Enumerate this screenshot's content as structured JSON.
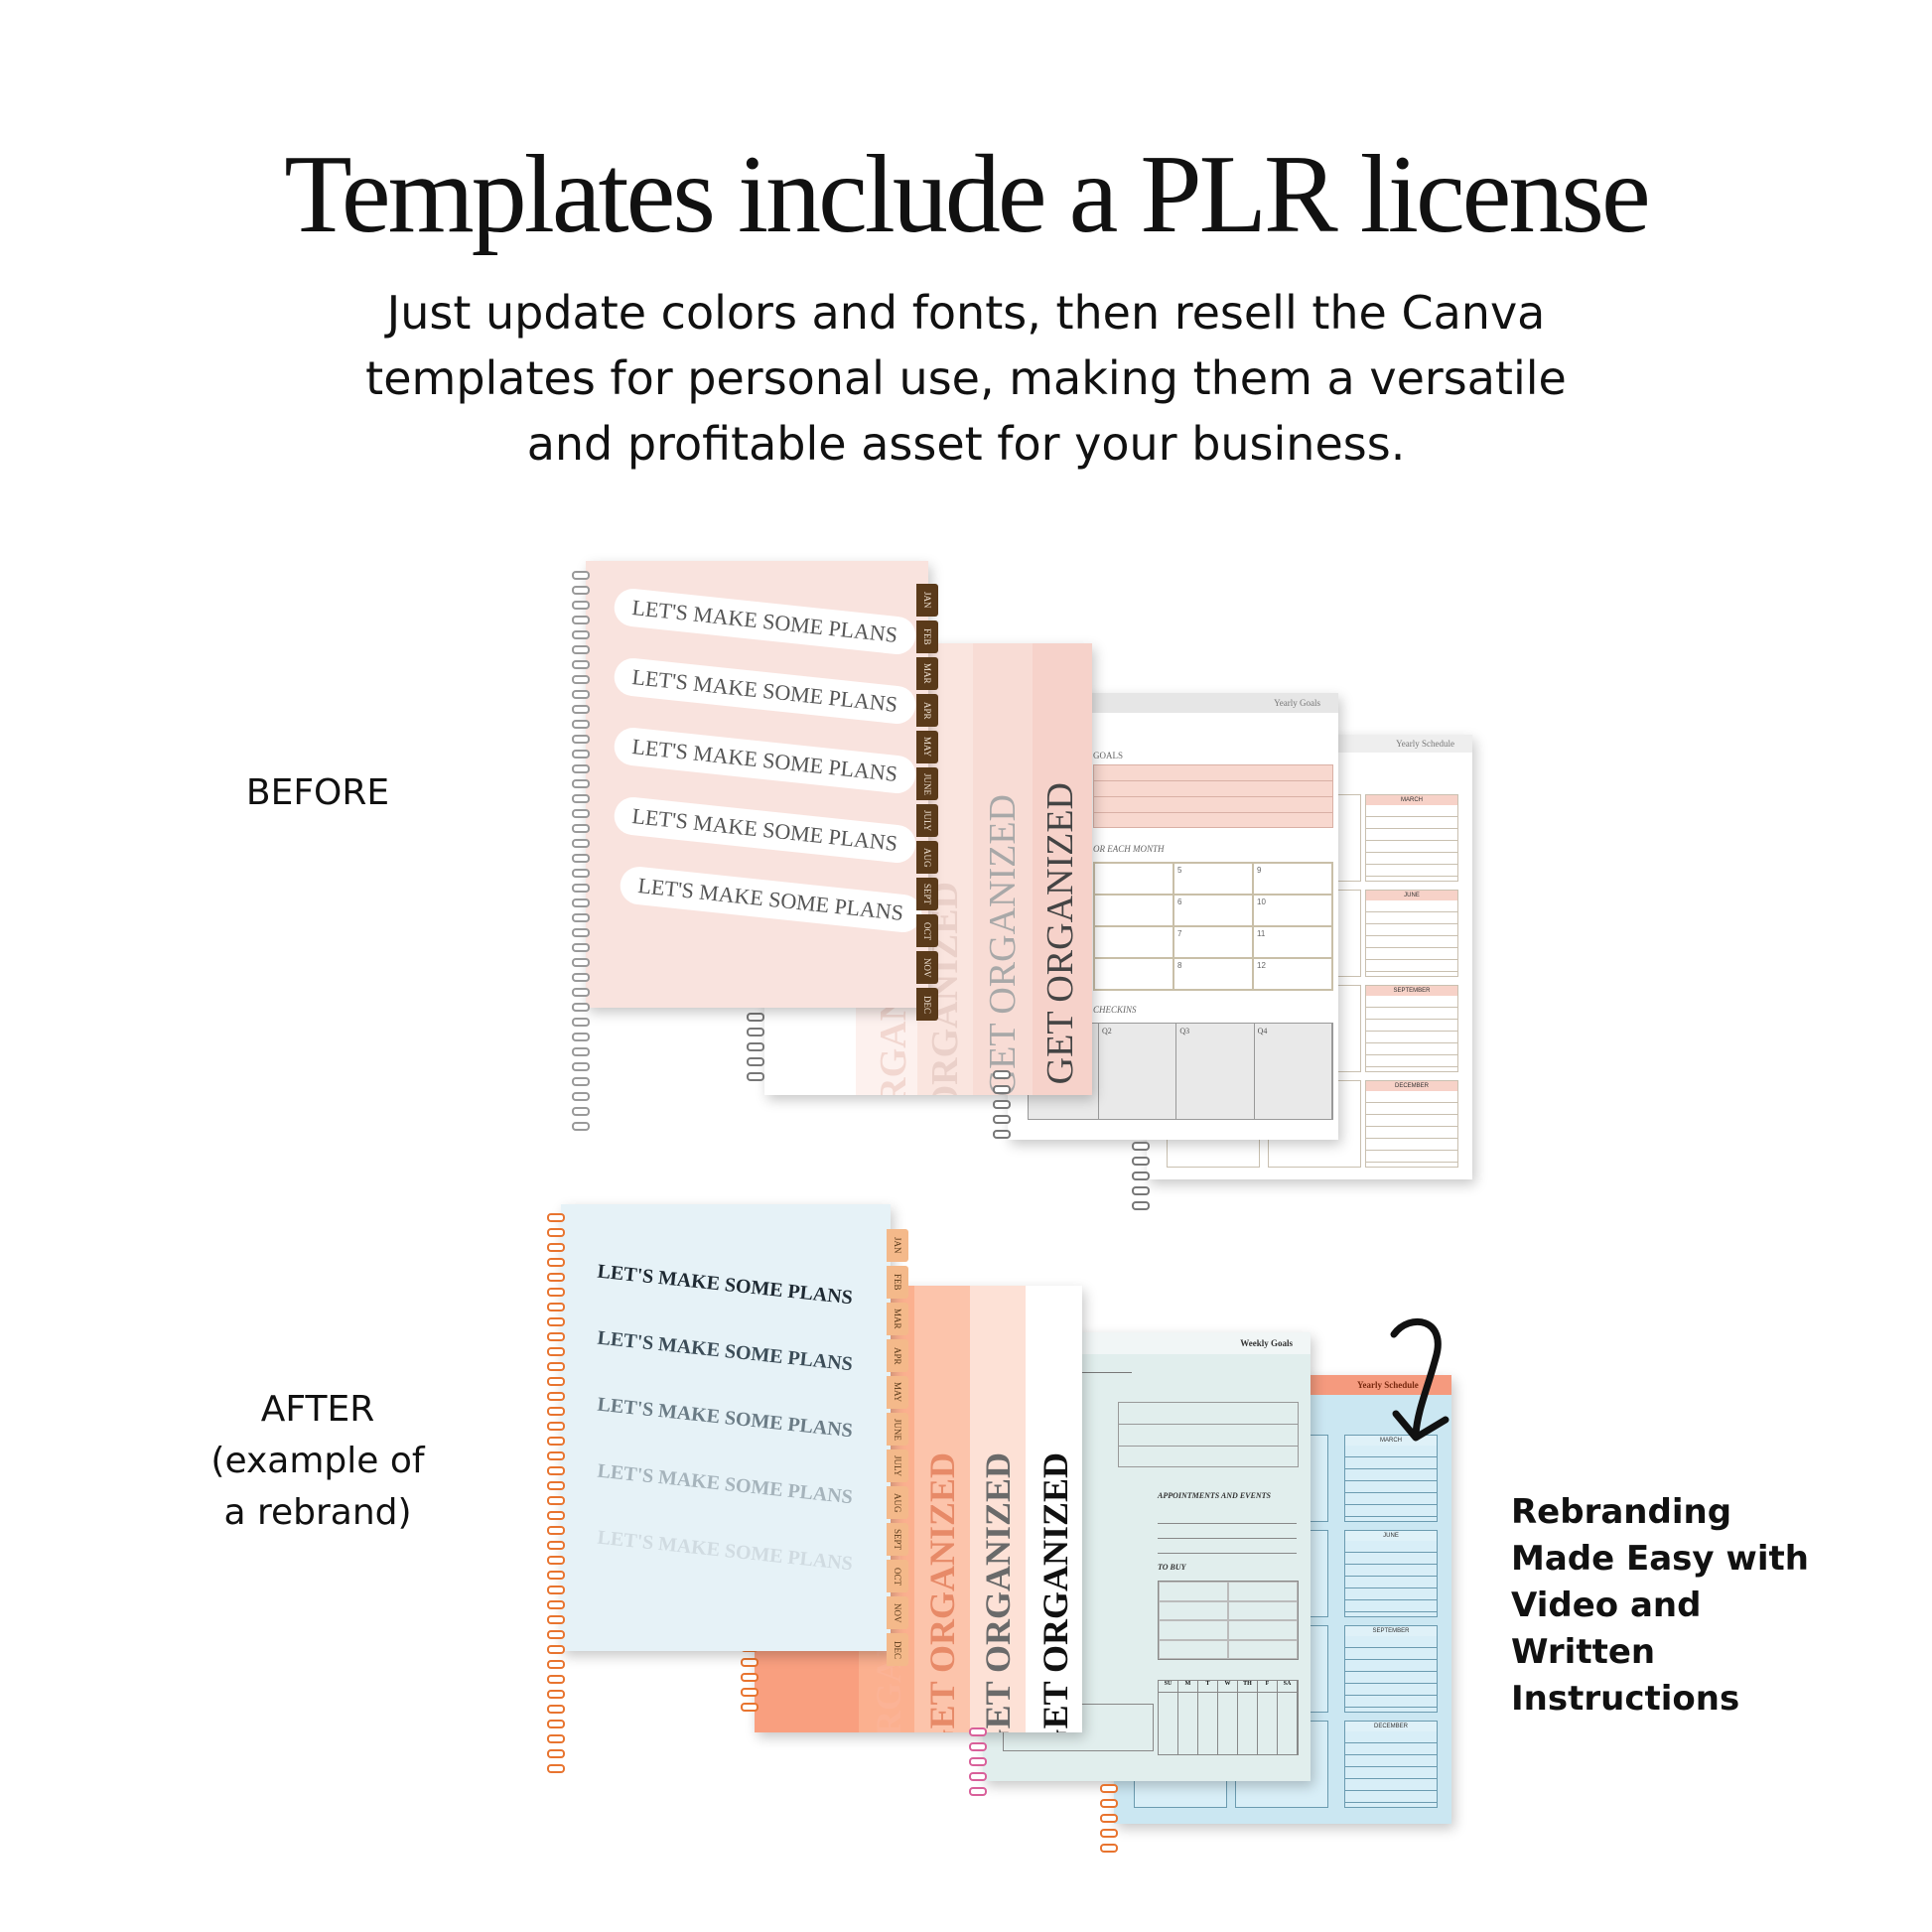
{
  "heading": "Templates include a PLR license",
  "subheading": {
    "line1": "Just update colors and fonts, then resell the Canva",
    "line2": "templates for personal use, making them a versatile",
    "line3": "and profitable asset for your business."
  },
  "before_label": "BEFORE",
  "after_label": {
    "line1": "AFTER",
    "line2": "(example of",
    "line3": "a rebrand)"
  },
  "callout": {
    "line1": "Rebranding",
    "line2": "Made Easy with",
    "line3": "Video and",
    "line4": "Written",
    "line5": "Instructions"
  },
  "cover_phrase": "LET'S MAKE SOME PLANS",
  "back_phrase": "GET ORGANIZED",
  "months": [
    "JAN",
    "FEB",
    "MAR",
    "APR",
    "MAY",
    "JUNE",
    "JULY",
    "AUG",
    "SEPT",
    "OCT",
    "NOV",
    "DEC"
  ],
  "before_pages": {
    "goals_header": "Yearly Goals",
    "goals_label": "GOALS",
    "each_month_label": "OR EACH MONTH",
    "grid_numbers": [
      "5",
      "9",
      "6",
      "10",
      "7",
      "11",
      "8",
      "12"
    ],
    "checkins_label": "CHECKINS",
    "quarters": [
      "Q2",
      "Q3",
      "Q4"
    ],
    "schedule_header": "Yearly Schedule",
    "schedule_months": [
      "MARCH",
      "JUNE",
      "SEPTEMBER",
      "DECEMBER"
    ]
  },
  "after_pages": {
    "goals_header": "Weekly Goals",
    "appointments_label": "APPOINTMENTS AND EVENTS",
    "to_buy_label": "TO BUY",
    "weekdays": [
      "SU",
      "M",
      "T",
      "W",
      "TH",
      "F",
      "SA"
    ],
    "schedule_header": "Yearly Schedule",
    "schedule_months": [
      "MARCH",
      "JUNE",
      "SEPTEMBER",
      "DECEMBER"
    ]
  },
  "colors": {
    "before_cover": "#f9e3de",
    "before_tab": "#5a3a1a",
    "after_cover": "#e6f2f7",
    "after_tab": "#f4b98a",
    "after_back": "#f99f7f",
    "after_schedule": "#cbe7f2",
    "after_schedule_header": "#f59a7e"
  }
}
